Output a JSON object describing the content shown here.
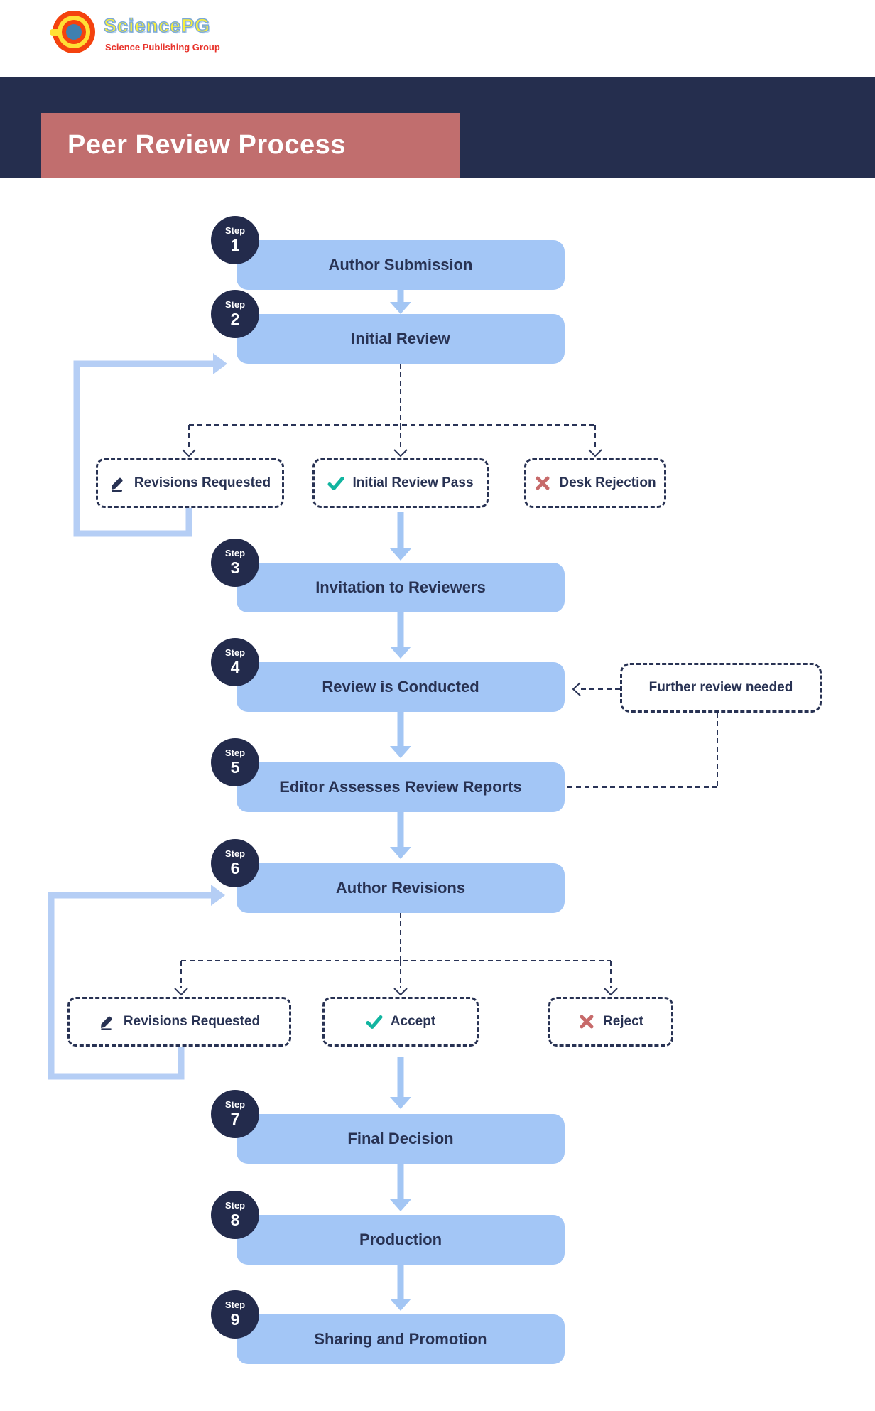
{
  "logo": {
    "name": "SciencePG",
    "tagline": "Science Publishing Group",
    "icon": "sciencepg-rings-logo"
  },
  "title": "Peer Review Process",
  "steps": [
    {
      "step_label": "Step",
      "number": "1",
      "label": "Author Submission"
    },
    {
      "step_label": "Step",
      "number": "2",
      "label": "Initial Review"
    },
    {
      "step_label": "Step",
      "number": "3",
      "label": "Invitation to Reviewers"
    },
    {
      "step_label": "Step",
      "number": "4",
      "label": "Review is Conducted"
    },
    {
      "step_label": "Step",
      "number": "5",
      "label": "Editor Assesses Review Reports"
    },
    {
      "step_label": "Step",
      "number": "6",
      "label": "Author Revisions"
    },
    {
      "step_label": "Step",
      "number": "7",
      "label": "Final Decision"
    },
    {
      "step_label": "Step",
      "number": "8",
      "label": "Production"
    },
    {
      "step_label": "Step",
      "number": "9",
      "label": "Sharing and Promotion"
    }
  ],
  "initial_review_outcomes": [
    {
      "label": "Revisions Requested",
      "icon": "pencil-icon"
    },
    {
      "label": "Initial Review Pass",
      "icon": "check-icon"
    },
    {
      "label": "Desk Rejection",
      "icon": "x-icon"
    }
  ],
  "decision_outcomes": [
    {
      "label": "Revisions Requested",
      "icon": "pencil-icon"
    },
    {
      "label": "Accept",
      "icon": "check-icon"
    },
    {
      "label": "Reject",
      "icon": "x-icon"
    }
  ],
  "note": {
    "label": "Further review needed"
  },
  "colors": {
    "navy_band": "#252e4e",
    "step_circle": "#232b4c",
    "box_blue": "#a3c6f6",
    "box_text": "#283253",
    "title_rose": "#c16e6e",
    "arrow_blue": "#a3c6f4",
    "loop_blue": "#b5cef5",
    "dashed_navy": "#2a3457",
    "check_teal": "#12b5a0",
    "reject_red": "#c76a6a",
    "logo_yellow": "#f8ef3d",
    "logo_red": "#e8322a"
  }
}
